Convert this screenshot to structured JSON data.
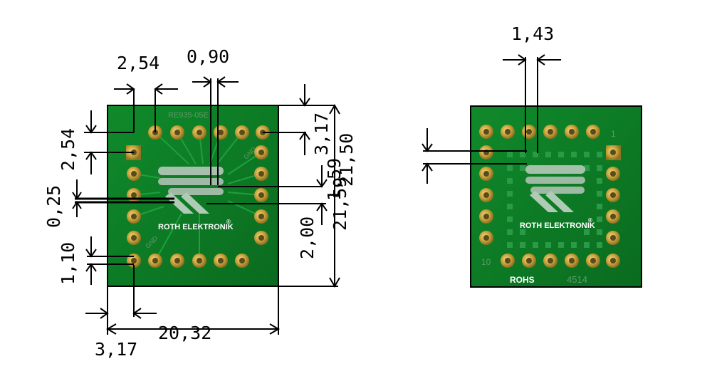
{
  "front_board": {
    "part_number": "RE935-05E",
    "brand": "ROTH ELEKTRONIK",
    "registered": "®",
    "gnd_right": "GND",
    "gnd_bottom": "GND"
  },
  "back_board": {
    "brand": "ROTH ELEKTRONIK",
    "registered": "®",
    "pin_one": "1",
    "pin_ten": "10",
    "rohs": "ROHS",
    "code": "4514"
  },
  "dimensions": {
    "pitch_top": "2,54",
    "pad_width": "0,90",
    "pitch_left": "2,54",
    "track": "0,25",
    "pad_height": "1,10",
    "edge_bottom": "3,17",
    "width": "20,32",
    "edge_right": "3,17",
    "height": "21,50",
    "inner_top": "1,59",
    "inner_mid": "2,00",
    "inner_full": "21,59",
    "back_pitch": "1,43"
  },
  "colors": {
    "board": "#0d7a24",
    "board_edge": "#000000",
    "pad_ring": "#c9a43a",
    "pad_hole": "#5b4a1e",
    "silk": "#ffffff",
    "dim_line": "#000000"
  }
}
